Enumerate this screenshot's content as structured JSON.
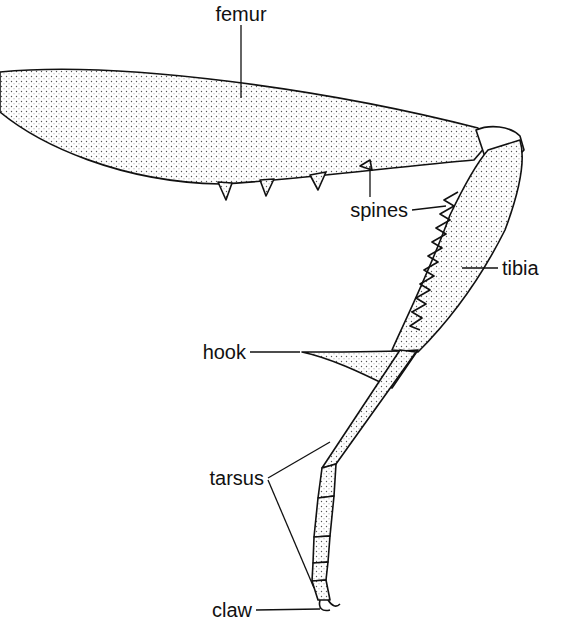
{
  "diagram": {
    "labels": [
      "femur",
      "spines",
      "tibia",
      "hook",
      "tarsus",
      "claw"
    ]
  }
}
